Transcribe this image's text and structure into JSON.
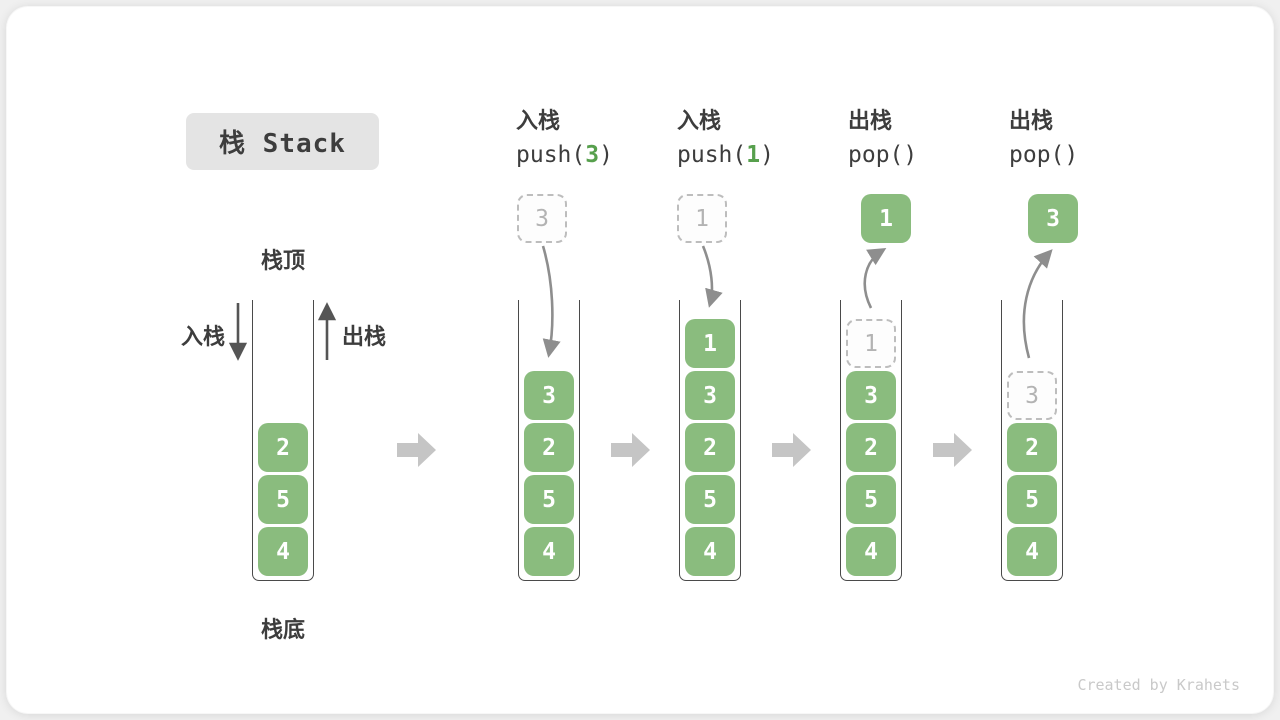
{
  "title": {
    "text": "栈 Stack"
  },
  "legend": {
    "stack_top": "栈顶",
    "stack_bottom": "栈底",
    "push_side": "入栈",
    "pop_side": "出栈"
  },
  "watermark": "Created by Krahets",
  "colors": {
    "cell_green": "#8abc7e",
    "arg_green": "#57a04d",
    "text_dark": "#3d3d3d",
    "ghost_gray": "#bdbdbd",
    "curve_arrow_gray": "#8e8e8e",
    "direction_arrow_gray": "#555555",
    "step_arrow_gray": "#c5c5c5",
    "title_bg": "#e4e4e4"
  },
  "stacks": [
    {
      "name": "initial-stack",
      "cells": [
        {
          "value": "2"
        },
        {
          "value": "5"
        },
        {
          "value": "4"
        }
      ]
    },
    {
      "name": "after-push-3",
      "op": {
        "action": "入栈",
        "call_pre": "push(",
        "arg": "3",
        "call_post": ")"
      },
      "floating": {
        "value": "3",
        "ghost": true
      },
      "arrow": "push",
      "cells": [
        {
          "value": "3"
        },
        {
          "value": "2"
        },
        {
          "value": "5"
        },
        {
          "value": "4"
        }
      ]
    },
    {
      "name": "after-push-1",
      "op": {
        "action": "入栈",
        "call_pre": "push(",
        "arg": "1",
        "call_post": ")"
      },
      "floating": {
        "value": "1",
        "ghost": true
      },
      "arrow": "push",
      "cells": [
        {
          "value": "1"
        },
        {
          "value": "3"
        },
        {
          "value": "2"
        },
        {
          "value": "5"
        },
        {
          "value": "4"
        }
      ]
    },
    {
      "name": "after-pop-1",
      "op": {
        "action": "出栈",
        "call_pre": "pop(",
        "arg": "",
        "call_post": ")"
      },
      "floating": {
        "value": "1",
        "ghost": false
      },
      "arrow": "pop",
      "cells": [
        {
          "value": "1",
          "ghost": true
        },
        {
          "value": "3"
        },
        {
          "value": "2"
        },
        {
          "value": "5"
        },
        {
          "value": "4"
        }
      ]
    },
    {
      "name": "after-pop-3",
      "op": {
        "action": "出栈",
        "call_pre": "pop(",
        "arg": "",
        "call_post": ")"
      },
      "floating": {
        "value": "3",
        "ghost": false
      },
      "arrow": "pop",
      "cells": [
        {
          "value": "3",
          "ghost": true
        },
        {
          "value": "2"
        },
        {
          "value": "5"
        },
        {
          "value": "4"
        }
      ]
    }
  ]
}
